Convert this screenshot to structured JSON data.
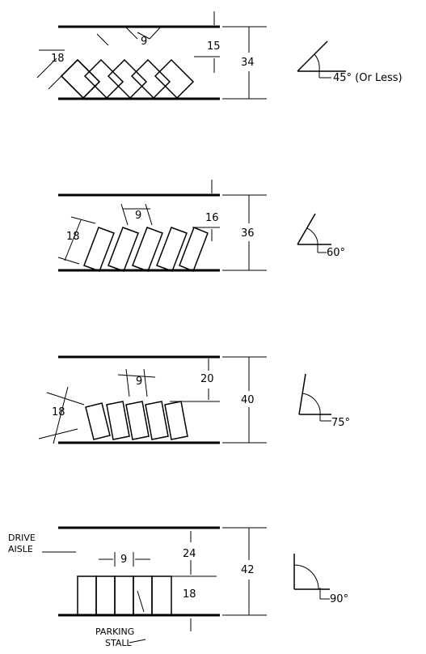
{
  "diagrams": [
    {
      "angle_label": "45° (Or Less)",
      "stall_width": "9",
      "stall_length": "18",
      "row_depth": "15",
      "total": "34"
    },
    {
      "angle_label": "60°",
      "stall_width": "9",
      "stall_length": "18",
      "row_depth": "16",
      "total": "36"
    },
    {
      "angle_label": "75°",
      "stall_width": "9",
      "stall_length": "18",
      "row_depth": "20",
      "total": "40"
    },
    {
      "angle_label": "90°",
      "stall_width": "9",
      "stall_length": "18",
      "row_depth": "24",
      "total": "42",
      "aisle_label_1": "DRIVE",
      "aisle_label_2": "AISLE",
      "stall_label_1": "PARKING",
      "stall_label_2": "STALL"
    }
  ]
}
